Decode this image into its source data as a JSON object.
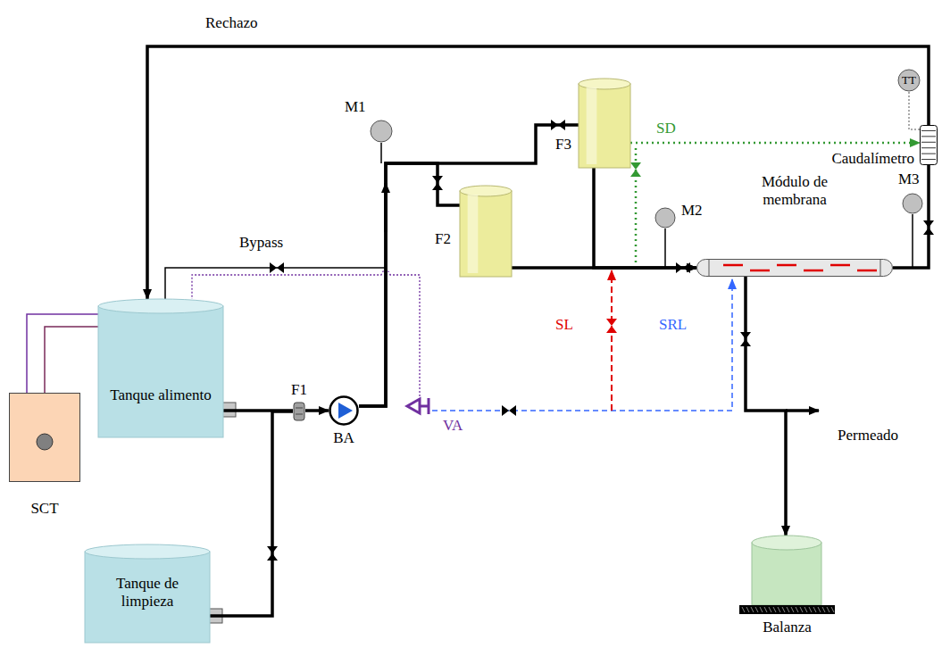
{
  "diagram": {
    "nodes": [
      {
        "text": [
          "TT"
        ]
      },
      {
        "text": [
          "M1"
        ]
      },
      {
        "text": [
          "F3"
        ]
      },
      {
        "text": [
          "Caudalímetro"
        ]
      },
      {
        "text": [
          "F2"
        ]
      },
      {
        "text": [
          "M2"
        ]
      },
      {
        "text": [
          "Módulo de membrana"
        ]
      },
      {
        "text": [
          "M3"
        ]
      },
      {
        "text": [
          "SCT"
        ]
      },
      {
        "text": [
          "Tanque alimento"
        ]
      },
      {
        "text": [
          "F1"
        ]
      },
      {
        "text": [
          "BA"
        ]
      },
      {
        "text": [
          "Tanque de limpieza"
        ]
      },
      {
        "text": [
          "Balanza"
        ]
      }
    ],
    "edges": [
      {
        "from": 8,
        "to": 9,
        "arrow": "none"
      },
      {
        "from": 9,
        "to": 10,
        "arrow": "none"
      },
      {
        "from": 12,
        "to": 10,
        "arrow": "none"
      },
      {
        "from": 10,
        "to": 11,
        "arrow": "to"
      },
      {
        "from": 11,
        "to": 2,
        "arrow": "none"
      },
      {
        "from": 11,
        "to": 4,
        "arrow": "none"
      },
      {
        "from": 4,
        "to": 6,
        "arrow": "to"
      },
      {
        "from": 2,
        "to": 6,
        "arrow": "to"
      },
      {
        "from": 6,
        "to": 3,
        "arrow": "none"
      },
      {
        "from": 3,
        "to": 9,
        "label": "Rechazo",
        "arrow": "to"
      },
      {
        "from": 11,
        "to": 9,
        "label": "Bypass",
        "arrow": "none"
      },
      {
        "from": 6,
        "to": 13,
        "label": "Permeado",
        "arrow": "to"
      },
      {
        "from": 2,
        "to": 3,
        "label": "SD",
        "arrow": "to"
      },
      {
        "from": 0,
        "to": 3,
        "arrow": "none"
      }
    ],
    "labels": [
      "VA",
      "SL",
      "SRL"
    ]
  }
}
